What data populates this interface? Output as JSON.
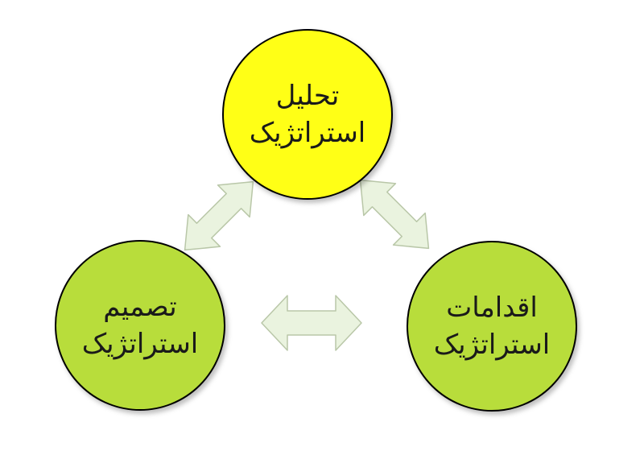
{
  "nodes": [
    {
      "id": "analysis",
      "line1": "تحلیل",
      "line2": "استراتژیک",
      "fill": "#ffff14"
    },
    {
      "id": "decision",
      "line1": "تصمیم",
      "line2": "استراتژیک",
      "fill": "#b8dd3b"
    },
    {
      "id": "actions",
      "line1": "اقدامات",
      "line2": "استراتژیک",
      "fill": "#b8dd3b"
    }
  ],
  "colors": {
    "node_stroke": "#000000",
    "arrow_fill": "#eaf3df",
    "arrow_stroke": "#b9c7a8"
  }
}
